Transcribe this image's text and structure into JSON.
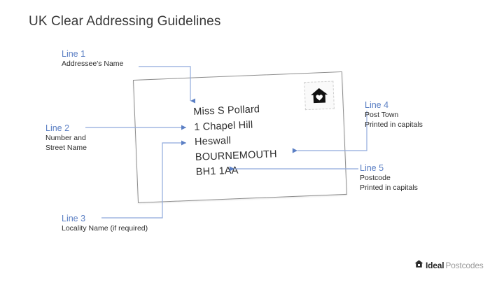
{
  "page": {
    "title": "UK Clear Addressing Guidelines",
    "accent_color": "#5b7fc4",
    "text_color": "#2b2b2b",
    "envelope_border_color": "#8e8e8e",
    "background_color": "#ffffff"
  },
  "envelope": {
    "stamp_icon": "house-heart-stamp-icon",
    "address_lines": [
      {
        "id": "line1",
        "text": "Miss S Pollard"
      },
      {
        "id": "line2",
        "text": "1 Chapel Hill"
      },
      {
        "id": "line3",
        "text": "Heswall"
      },
      {
        "id": "line4",
        "text": "BOURNEMOUTH"
      },
      {
        "id": "line5",
        "text": "BH1 1AA"
      }
    ]
  },
  "callouts": [
    {
      "number_label": "Line 1",
      "description_lines": [
        "Addressee's Name"
      ]
    },
    {
      "number_label": "Line 2",
      "description_lines": [
        "Number and",
        "Street Name"
      ]
    },
    {
      "number_label": "Line 3",
      "description_lines": [
        "Locality Name (if required)"
      ]
    },
    {
      "number_label": "Line 4",
      "description_lines": [
        "Post Town",
        "Printed in capitals"
      ]
    },
    {
      "number_label": "Line 5",
      "description_lines": [
        "Postcode",
        "Printed in capitals"
      ]
    }
  ],
  "footer": {
    "logo_icon": "house-logo-icon",
    "brand_first": "Ideal",
    "brand_second": "Postcodes"
  }
}
